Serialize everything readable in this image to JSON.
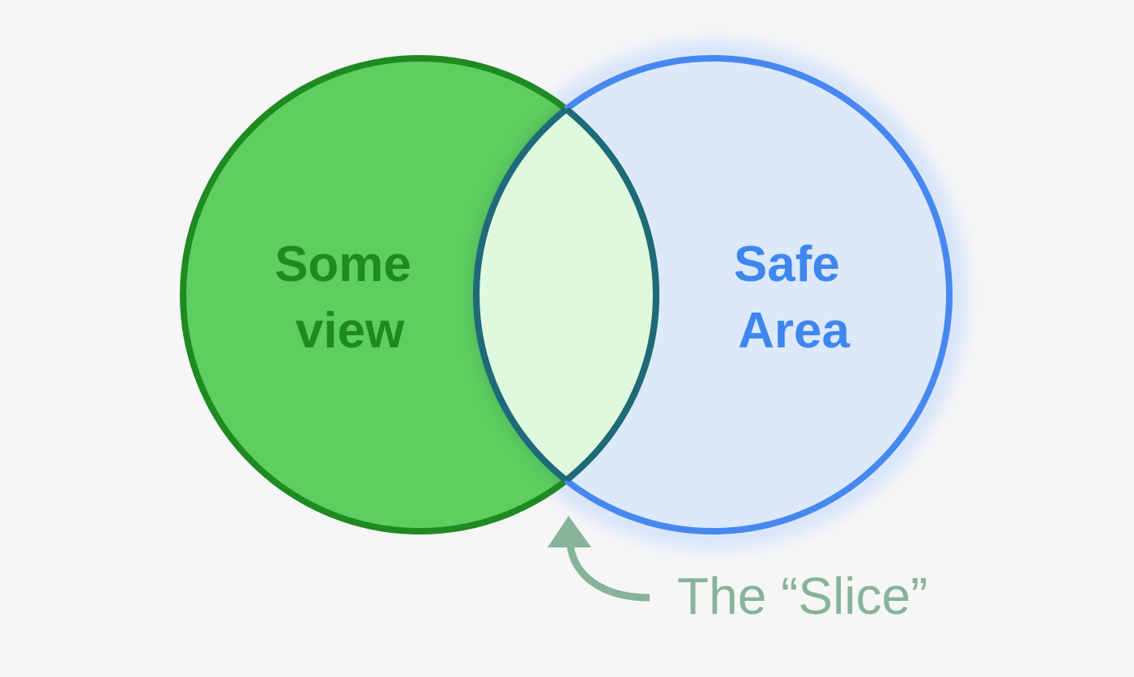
{
  "background_color": "#f6f6f6",
  "circles": {
    "left": {
      "label_line1": "Some",
      "label_line2": "view",
      "fill_color": "#5ccf5e",
      "stroke_color": "#1f8a22",
      "label_color": "#1f8a22"
    },
    "right": {
      "label_line1": "Safe",
      "label_line2": "Area",
      "fill_color": "#dce9fb",
      "stroke_color": "#4688f0",
      "label_color": "#3f86ee"
    },
    "intersection": {
      "fill_color": "#def9de",
      "stroke_color": "#1f6a78"
    }
  },
  "callout": {
    "label": "The “Slice”",
    "color": "#86b39a",
    "icon": "curved-arrow-icon"
  }
}
